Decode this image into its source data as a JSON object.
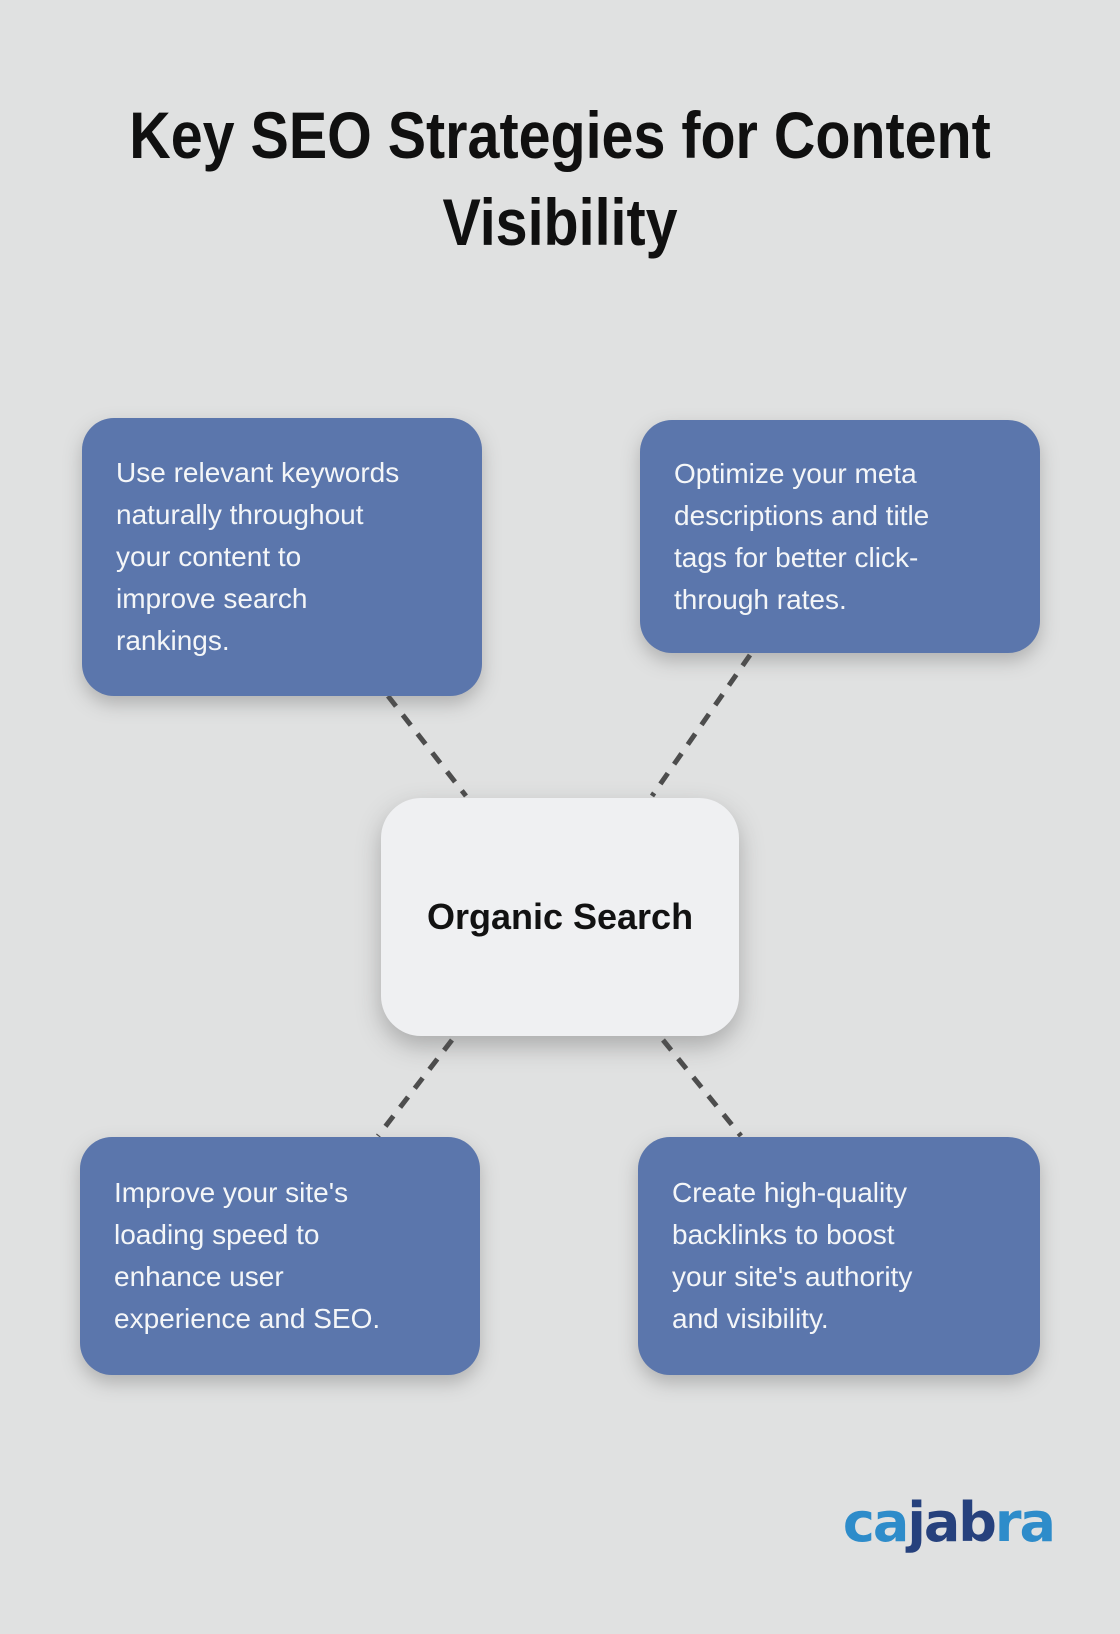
{
  "title": {
    "text": "Key SEO Strategies for Content\nVisibility"
  },
  "center_node": {
    "label": "Organic Search"
  },
  "strategies": [
    {
      "id": "keywords",
      "position": "top-left",
      "text": "Use relevant keywords\nnaturally throughout\nyour content to\nimprove search\nrankings."
    },
    {
      "id": "meta-tags",
      "position": "top-right",
      "text": "Optimize your meta\ndescriptions and title\ntags for better click-\nthrough rates."
    },
    {
      "id": "loading-speed",
      "position": "bottom-left",
      "text": "Improve your site's\nloading speed to\nenhance user\nexperience and SEO."
    },
    {
      "id": "backlinks",
      "position": "bottom-right",
      "text": "Create high-quality\nbacklinks to boost\nyour site's authority\nand visibility."
    }
  ],
  "logo": {
    "name": "cajabra",
    "segments": [
      {
        "text": "ca",
        "color": "#2e8cca"
      },
      {
        "text": "jab",
        "color": "#26417d"
      },
      {
        "text": "ra",
        "color": "#2e8cca"
      }
    ]
  },
  "colors": {
    "background": "#e0e1e1",
    "card_background": "#5b76ac",
    "card_text": "#f4f6f8",
    "center_background": "#eff0f2",
    "center_text": "#121212",
    "title_text": "#101010",
    "connector": "#4d4d4d",
    "logo_light_blue": "#2e8cca",
    "logo_dark_blue": "#26417d"
  }
}
